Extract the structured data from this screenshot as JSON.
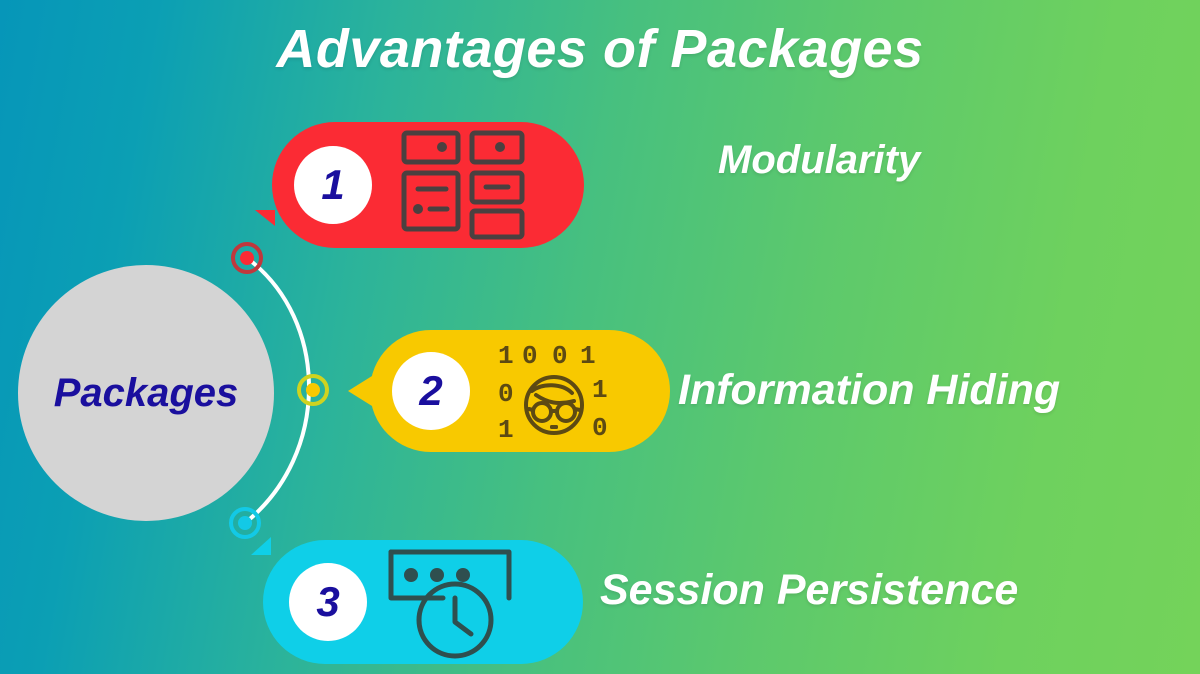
{
  "title": "Advantages of Packages",
  "hub": {
    "label": "Packages"
  },
  "colors": {
    "background_start": "#0696b9",
    "background_end": "#74d35a",
    "hub_fill": "#d4d4d4",
    "hub_text": "#1a0f9e",
    "title_text": "#ffffff",
    "bubble_1": "#fb2b34",
    "bubble_2": "#f8c900",
    "bubble_3": "#0fcfe8",
    "number_text": "#1a0f9e",
    "connector_line": "#ffffff"
  },
  "items": [
    {
      "number": "1",
      "label": "Modularity",
      "color": "#fb2b34",
      "icon": "modularity-blocks-icon",
      "marker": "connector-dot-red"
    },
    {
      "number": "2",
      "label": "Information Hiding",
      "color": "#f8c900",
      "icon": "binary-face-glasses-icon",
      "icon_binary": [
        "1",
        "0",
        "0",
        "1",
        "0",
        "1",
        "1",
        "0"
      ],
      "marker": "connector-dot-yellow"
    },
    {
      "number": "3",
      "label": "Session Persistence",
      "color": "#0fcfe8",
      "icon": "window-dots-clock-icon",
      "marker": "connector-dot-cyan"
    }
  ]
}
